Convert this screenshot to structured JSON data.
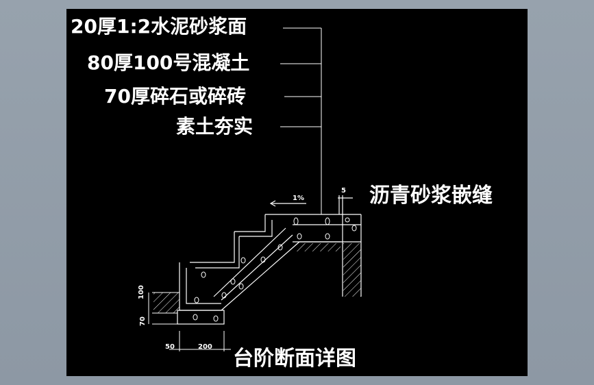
{
  "colors": {
    "background": "#000000",
    "linework": "#ffffff",
    "frame": "#8f9aa6"
  },
  "layers": [
    "20厚1:2水泥砂浆面",
    "80厚100号混凝土",
    "70厚碎石或碎砖",
    "素土夯实"
  ],
  "joint_label": "沥青砂浆嵌缝",
  "slope_label": "1%",
  "dimensions": {
    "joint_width": "5",
    "bottom_height_100": "100",
    "bottom_height_70": "70",
    "offset_50": "50",
    "base_200": "200"
  },
  "title": "台阶断面详图"
}
